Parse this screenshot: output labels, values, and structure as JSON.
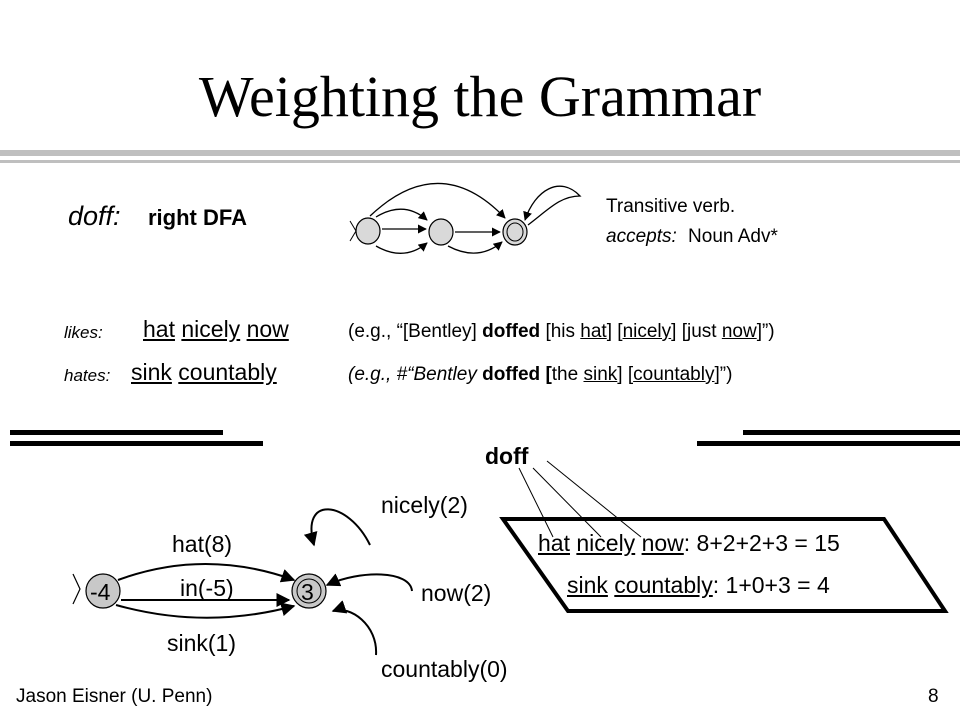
{
  "title": "Weighting the Grammar",
  "header": {
    "doff_label": "doff:",
    "right_dfa": "right DFA",
    "description_line1": "Transitive verb.",
    "accepts_label": "accepts:",
    "accepts_value": "Noun Adv*"
  },
  "likes": {
    "label": "likes:",
    "words": [
      "hat",
      "nicely",
      "now"
    ],
    "example_prefix": "(e.g., “[Bentley] ",
    "example_verb": "doffed",
    "example_mid1": " [his ",
    "example_w1": "hat",
    "example_mid2": "] [",
    "example_w2": "nicely",
    "example_mid3": "] [just ",
    "example_w3": "now",
    "example_suffix": "]”)"
  },
  "hates": {
    "label": "hates:",
    "words": [
      "sink",
      "countably"
    ],
    "example_prefix": "(e.g., #“Bentley ",
    "example_verb": "doffed [",
    "example_mid1": "the ",
    "example_w1": "sink",
    "example_mid2": "] [",
    "example_w2": "countably",
    "example_suffix": "]”)"
  },
  "weighted_dfa": {
    "start_state": "-4",
    "end_state": "3",
    "edges": [
      "hat(8)",
      "in(-5)",
      "sink(1)",
      "nicely(2)",
      "now(2)",
      "countably(0)"
    ]
  },
  "scoring": {
    "head": "doff",
    "line1_words": [
      "hat",
      "nicely",
      "now"
    ],
    "line1_calc": ": 8+2+2+3 = 15",
    "line2_words": [
      "sink",
      "countably"
    ],
    "line2_calc": ": 1+0+3 = 4"
  },
  "footer": {
    "author": "Jason Eisner (U. Penn)",
    "page": "8"
  },
  "colors": {
    "rule_gray": "#bfbfbf",
    "ink": "#000000"
  }
}
